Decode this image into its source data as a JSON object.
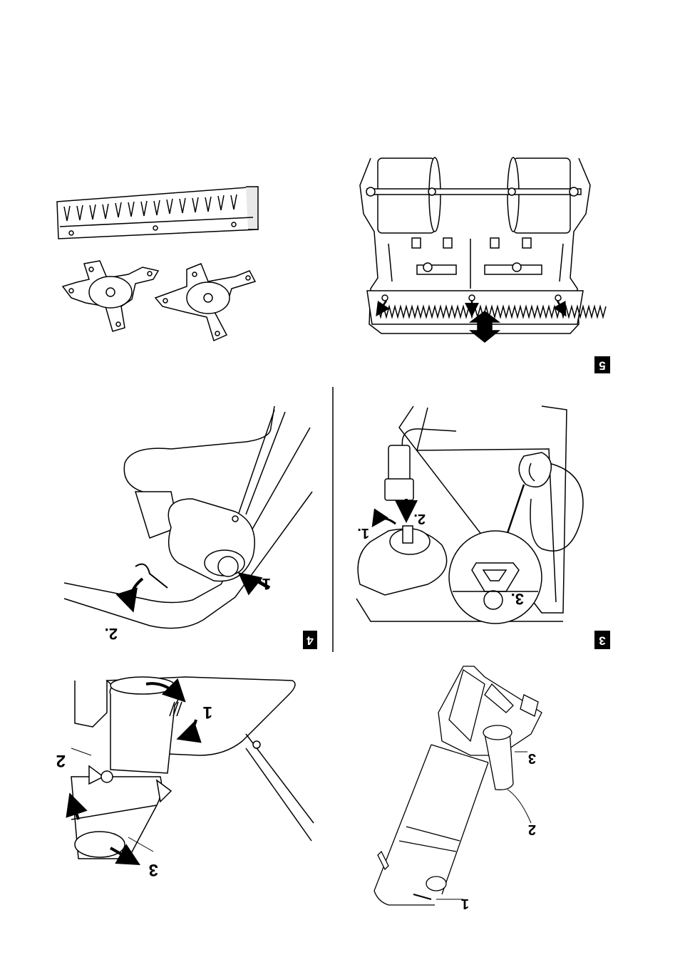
{
  "figures": {
    "fig5": {
      "number": "5"
    },
    "fig4": {
      "number": "4",
      "step1": "1.",
      "step2": "2."
    },
    "fig3": {
      "number": "3",
      "step1": "1.",
      "step2": "2.",
      "step3": "3."
    },
    "fig2": {
      "label1": "1",
      "label2": "2",
      "label3": "3"
    },
    "fig1": {
      "label1": "1",
      "label2": "2",
      "label3": "3"
    }
  }
}
